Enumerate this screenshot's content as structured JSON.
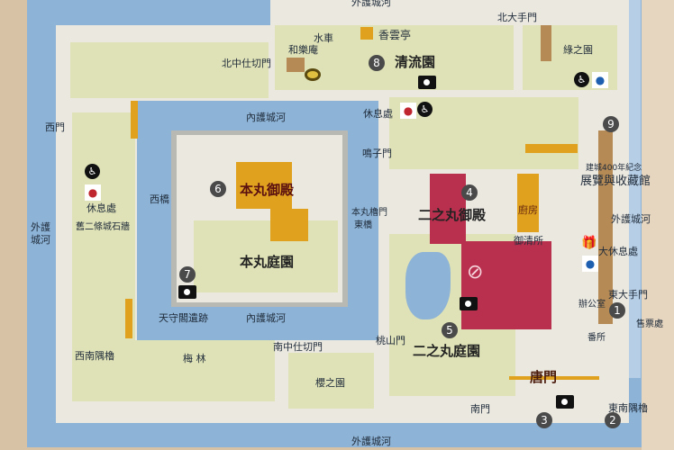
{
  "map": {
    "labels": {
      "outer_moat_top": "外護城河",
      "north_main_gate": "北大手門",
      "koun_tei": "香雲亭",
      "water_wheel": "水車",
      "waraku_an": "和樂庵",
      "green_garden": "綠之園",
      "north_middle_gate": "北中仕切門",
      "seiryu_en": "清流園",
      "inner_moat_north": "內護城河",
      "rest_area_north": "休息處",
      "west_gate": "西門",
      "naruko_gate": "鳴子門",
      "anniversary": "建城400年紀念",
      "exhibition_hall": "展覽與收藏館",
      "honmaru_palace": "本丸御殿",
      "west_bridge": "西橋",
      "honmaru_gate": "本丸櫓門",
      "east_bridge": "東橋",
      "ninomaru_palace": "二之丸御殿",
      "kitchen": "廚房",
      "outer_moat_east": "外護城河",
      "outer_moat_west": "外護城河",
      "rest_area_west": "休息處",
      "old_stone_wall": "舊二條城石牆",
      "okiyo_dokoro": "御清所",
      "main_rest_area": "大休息處",
      "honmaru_garden": "本丸庭園",
      "east_main_gate": "東大手門",
      "office": "辦公室",
      "ticket_office": "售票處",
      "keep_ruins": "天守閣遺跡",
      "inner_moat_south": "內護城河",
      "momoyama_gate": "桃山門",
      "guardhouse": "番所",
      "ninomaru_garden": "二之丸庭園",
      "southwest_turret": "西南隅櫓",
      "plum_grove": "梅 林",
      "south_middle_gate": "南中仕切門",
      "kara_mon": "唐門",
      "cherry_garden": "櫻之園",
      "southeast_turret": "東南隅櫓",
      "south_gate": "南門",
      "outer_moat_south": "外護城河"
    },
    "markers": [
      "1",
      "2",
      "3",
      "4",
      "5",
      "6",
      "7",
      "8",
      "9"
    ],
    "icons": {
      "camera": "camera-icon",
      "wheelchair": "wheelchair-icon",
      "restroom": "restroom-icon",
      "gift": "gift-icon",
      "no_photo": "no-photography-icon",
      "tea_bowl": "tea-bowl-icon"
    },
    "glyphs": {
      "wheelchair": "♿",
      "male": "🚹",
      "female": "🚺",
      "gift": "🎁",
      "no_photo": "⊘"
    },
    "colors": {
      "moat": "#8db3d6",
      "lawn": "#dfe2b6",
      "ground": "#ebe8e0",
      "building": "#e0a21e",
      "ninomaru_palace": "#b8304e"
    }
  }
}
